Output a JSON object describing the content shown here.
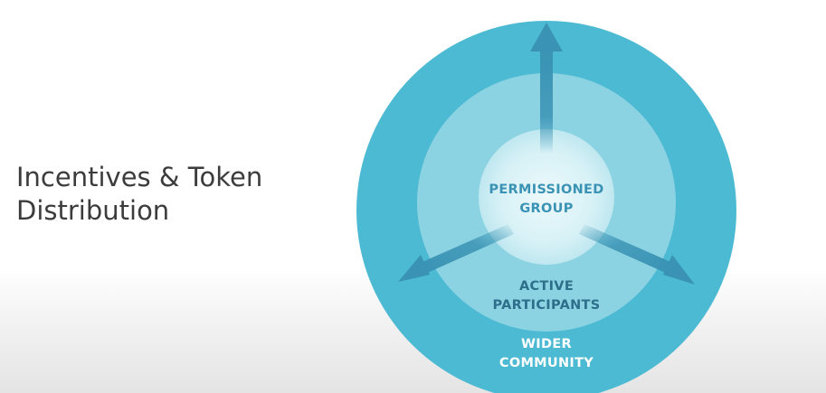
{
  "slide": {
    "title_line1": "Incentives & Token",
    "title_line2": "Distribution"
  },
  "diagram": {
    "inner_label": [
      "PERMISSIONED",
      "GROUP"
    ],
    "middle_label": [
      "ACTIVE",
      "PARTICIPANTS"
    ],
    "outer_label": [
      "WIDER",
      "COMMUNITY"
    ],
    "colors": {
      "outer_ring": "#4cbad2",
      "middle_ring": "#8bd3e2",
      "inner_circle": "#c8ecf3",
      "arrow": "#3a93b4",
      "label_light": "#ffffff",
      "label_dark": "#2d6f8a"
    }
  }
}
